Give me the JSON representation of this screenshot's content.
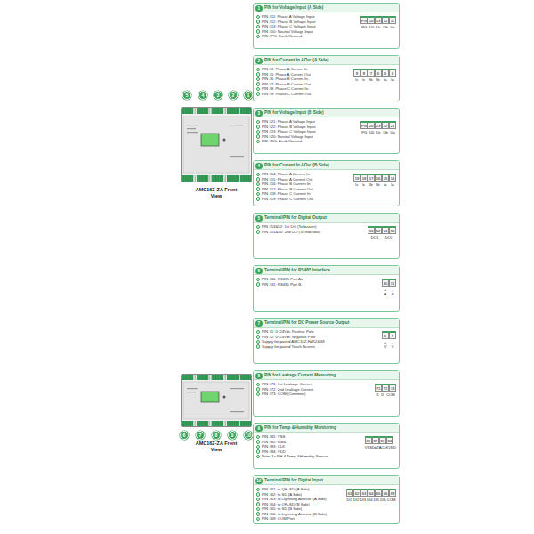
{
  "diagram": {
    "nodes": [
      {
        "text": [
          "AMC16Z-ZA Front View"
        ]
      },
      {
        "text": [
          "5"
        ]
      },
      {
        "text": [
          "4"
        ]
      },
      {
        "text": [
          "3"
        ]
      },
      {
        "text": [
          "2"
        ]
      },
      {
        "text": [
          "1"
        ]
      },
      {
        "text": [
          "AMC16Z-ZA Front View"
        ]
      },
      {
        "text": [
          "6"
        ]
      },
      {
        "text": [
          "7"
        ]
      },
      {
        "text": [
          "8"
        ]
      },
      {
        "text": [
          "9"
        ]
      },
      {
        "text": [
          "10"
        ]
      },
      {
        "text": [
          "PIN for Voltage Input (A Side)",
          "PIN #11: Phase A Voltage Input",
          "PIN #12: Phase B Voltage Input",
          "PIN #13: Phase C Voltage Input",
          "PIN #10: Neutral Voltage Input",
          "PIN #PG: Earth/Ground"
        ]
      },
      {
        "text": [
          "1"
        ],
        "in": 12
      },
      {
        "text": [
          "PIN for Current In &Out (A Side)",
          "PIN #4: Phase A Current In.",
          "PIN #5: Phase A Current Out.",
          "PIN #6: Phase B Current In.",
          "PIN #7: Phase B Current Out.",
          "PIN #8: Phase C Current In.",
          "PIN #9: Phase C Current Out."
        ]
      },
      {
        "text": [
          "2"
        ],
        "in": 14
      },
      {
        "text": [
          "PIN for Voltage Input (B Side)",
          "PIN #21: Phase A Voltage Input",
          "PIN #22: Phase B Voltage Input",
          "PIN #23: Phase C Voltage Input",
          "PIN #20: Neutral Voltage Input",
          "PIN #PG: Earth/Ground"
        ]
      },
      {
        "text": [
          "3"
        ],
        "in": 16
      },
      {
        "text": [
          "PIN for Current In &Out (B Side)",
          "PIN #14: Phase A Current In.",
          "PIN #15: Phase A Current Out.",
          "PIN #16: Phase B Current In.",
          "PIN #17: Phase B Current Out.",
          "PIN #18: Phase C Current In.",
          "PIN #19: Phase C Current Out."
        ]
      },
      {
        "text": [
          "4"
        ],
        "in": 18
      },
      {
        "text": [
          "Terminal/PIN for Digital Output",
          "PIN #53&52: 1st DO (To buzzer)",
          "PIN #51&50: 2nd DO (To indicator)"
        ]
      },
      {
        "text": [
          "5"
        ],
        "in": 20
      },
      {
        "text": [
          "Terminal/PIN for RS485 Interface",
          "PIN #30: RS485 Port A+",
          "PIN #31: RS485 Port B-"
        ]
      },
      {
        "text": [
          "6"
        ],
        "in": 22
      },
      {
        "text": [
          "Terminal/PIN for DC Power Source Output",
          "PIN #1: 0~24Vdc Positive Pole",
          "PIN #2: 0~24Vdc Negative Pole",
          "Supply for paired AMC16Z-FAK24/48",
          "Supply for paired Touch Screen"
        ]
      },
      {
        "text": [
          "7"
        ],
        "in": 24
      },
      {
        "text": [
          "PIN for Leakage Current Measuring",
          "PIN #71: 1st Leakage Current",
          "PIN #72: 2nd Leakage Current",
          "PIN #73: COM (Common)"
        ]
      },
      {
        "text": [
          "8"
        ],
        "in": 26
      },
      {
        "text": [
          "PIN for Temp &Humidity Monitoring",
          "PIN #81: VSS",
          "PIN #82: Data",
          "PIN #83: CLK",
          "PIN #84: VDD",
          "Note: 1x RH-4 Temp &Humidity Sensor"
        ]
      },
      {
        "text": [
          "9"
        ],
        "in": 28
      },
      {
        "text": [
          "Terminal/PIN for Digital Input",
          "PIN #61: to QF+SD (A Side)",
          "PIN #62: to SD (A Side)",
          "PIN #63: to Lightning Arrestor (A Side)",
          "PIN #64: to QF+SD (B Side)",
          "PIN #65: to SD (B Side)",
          "PIN #66: to Lightning Arrestor (B Side)",
          "PIN #69: COM Port"
        ]
      },
      {
        "text": [
          "10"
        ],
        "in": 30
      }
    ],
    "labels": [
      "PG",
      "10",
      "13",
      "12",
      "11",
      "PG",
      "U0",
      "Uc",
      "Ub",
      "Ua",
      "9",
      "8",
      "7",
      "6",
      "5",
      "4",
      "Ic",
      "Ic",
      "Ib",
      "Ib",
      "Ia",
      "Ia",
      "PG",
      "20",
      "23",
      "22",
      "21",
      "PG",
      "U0",
      "Uc",
      "Ub",
      "Ua",
      "19",
      "18",
      "17",
      "16",
      "15",
      "14",
      "Ic",
      "Ic",
      "Ib",
      "Ib",
      "Ia",
      "Ia",
      "53",
      "52",
      "51",
      "50",
      "DO1",
      "DO2",
      "30",
      "31",
      "+",
      "-",
      "A",
      "B",
      "1",
      "2",
      "+",
      "-",
      "V",
      "V",
      "71",
      "72",
      "73",
      "I1",
      "I2",
      "COM",
      "81",
      "82",
      "83",
      "84",
      "VSS",
      "DATA",
      "CLK",
      "VDD",
      "61",
      "62",
      "63",
      "64",
      "65",
      "66",
      "69",
      "DI1",
      "DI2",
      "DI3",
      "DI4",
      "DI5",
      "DI6",
      "COM"
    ]
  }
}
